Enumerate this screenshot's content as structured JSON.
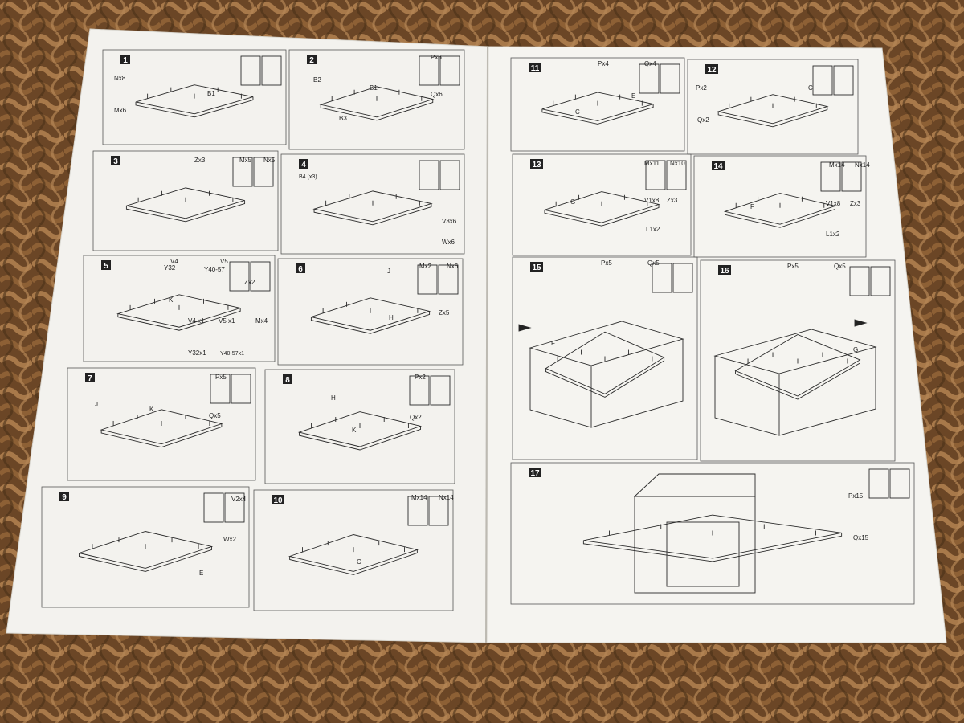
{
  "booklet": {
    "left_page": {
      "steps": [
        {
          "num": "1",
          "labels": [
            "B1",
            "Nx8",
            "Mx6"
          ]
        },
        {
          "num": "2",
          "labels": [
            "B2",
            "B1",
            "B3",
            "Px6",
            "Qx6"
          ]
        },
        {
          "num": "3",
          "labels": [
            "Zx3",
            "Mx5",
            "Nx5"
          ]
        },
        {
          "num": "4",
          "labels": [
            "B4 (x3)",
            "V3x6",
            "Wx6"
          ]
        },
        {
          "num": "5",
          "labels": [
            "V4",
            "V5",
            "Y32",
            "Y40-57",
            "K",
            "Zx2",
            "V4 x1",
            "V5 x1",
            "Y32x1",
            "Y40-57x1",
            "Mx4"
          ]
        },
        {
          "num": "6",
          "labels": [
            "J",
            "H",
            "Mx2",
            "Nx6",
            "Zx5"
          ]
        },
        {
          "num": "7",
          "labels": [
            "J",
            "K",
            "Px5",
            "Qx5"
          ]
        },
        {
          "num": "8",
          "labels": [
            "H",
            "K",
            "Px2",
            "Qx2"
          ]
        },
        {
          "num": "9",
          "labels": [
            "E",
            "V2x4",
            "Wx2"
          ]
        },
        {
          "num": "10",
          "labels": [
            "C",
            "Mx14",
            "Nx14"
          ]
        }
      ]
    },
    "right_page": {
      "steps": [
        {
          "num": "11",
          "labels": [
            "Px4",
            "Qx4",
            "C",
            "E"
          ]
        },
        {
          "num": "12",
          "labels": [
            "Px2",
            "Qx2",
            "C"
          ]
        },
        {
          "num": "13",
          "labels": [
            "G",
            "Mx11",
            "Nx10",
            "V1x8",
            "Zx3",
            "L1x2"
          ]
        },
        {
          "num": "14",
          "labels": [
            "F",
            "Mx14",
            "Nx14",
            "V1x8",
            "Zx3",
            "L1x2"
          ]
        },
        {
          "num": "15",
          "labels": [
            "F",
            "Px5",
            "Qx5"
          ]
        },
        {
          "num": "16",
          "labels": [
            "G",
            "Px5",
            "Qx5"
          ]
        },
        {
          "num": "17",
          "labels": [
            "Px15",
            "Qx15"
          ]
        }
      ]
    }
  },
  "colors": {
    "paper": "#f3f2ee",
    "line": "#2a2a2a",
    "wicker_dark": "#4a3018",
    "wicker_light": "#a8794a"
  }
}
